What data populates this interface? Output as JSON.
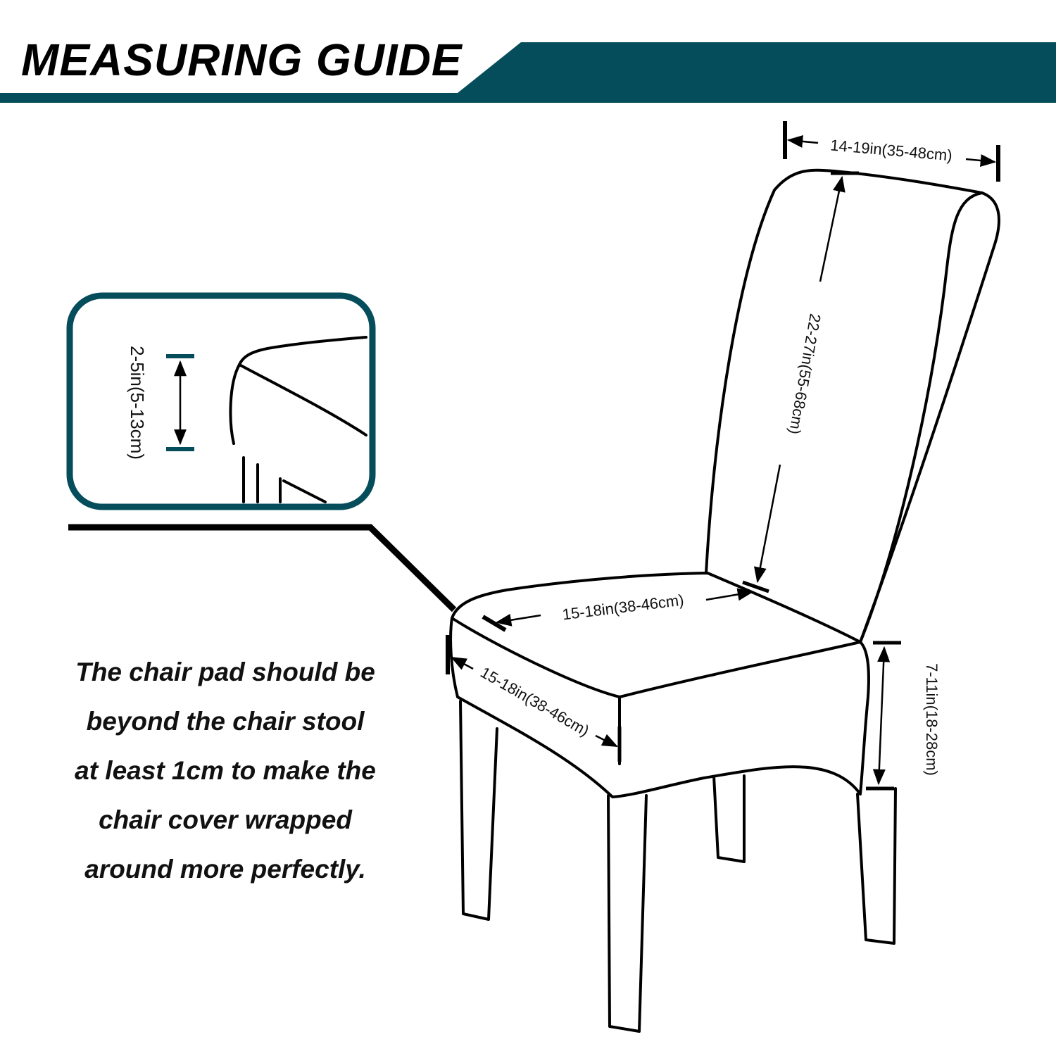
{
  "title": "MEASURING GUIDE",
  "colors": {
    "accent": "#064d5b",
    "line": "#000000",
    "background": "#ffffff"
  },
  "measurements": {
    "back_width": "14-19in(35-48cm)",
    "back_height": "22-27in(55-68cm)",
    "seat_depth": "15-18in(38-46cm)",
    "seat_width": "15-18in(38-46cm)",
    "skirt_height": "7-11in(18-28cm)",
    "pad_thickness": "2-5in(5-13cm)"
  },
  "note_lines": [
    "The chair pad should be",
    "beyond the chair stool",
    "at least 1cm to make the",
    "chair cover wrapped",
    "around more perfectly."
  ]
}
